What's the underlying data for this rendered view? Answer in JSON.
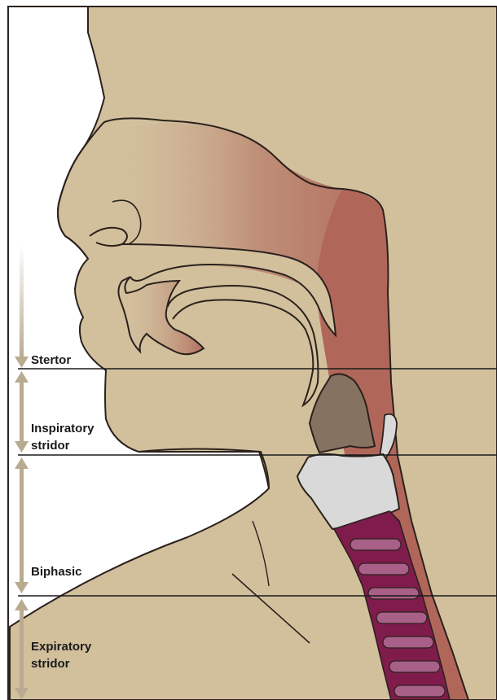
{
  "zones": [
    {
      "id": "stertor",
      "label": "Stertor"
    },
    {
      "id": "inspiratory",
      "label": "Inspiratory\nstridor"
    },
    {
      "id": "biphasic",
      "label": "Biphasic"
    },
    {
      "id": "expiratory",
      "label": "Expiratory\nstridor"
    }
  ],
  "colors": {
    "skin": "#d2c09d",
    "skin_dark": "#c4b08c",
    "airway": "#b0675a",
    "outline": "#2b211c",
    "epiglottis": "#857261",
    "thyroid_cartilage": "#d9d9d9",
    "trachea": "#7f1c4c",
    "trachea_ring": "#a85f88",
    "arrow": "#b9aa92",
    "background": "#ffffff"
  }
}
